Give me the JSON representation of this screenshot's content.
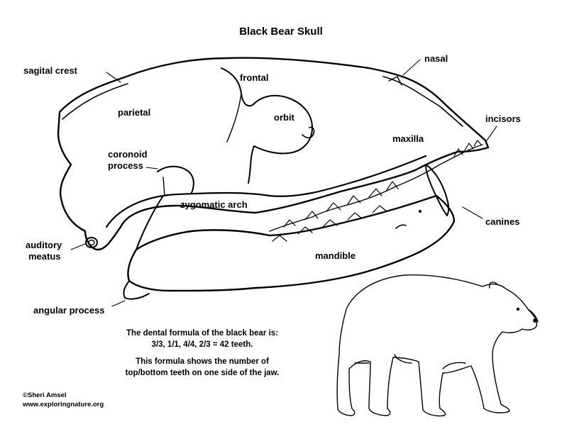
{
  "title": "Black Bear Skull",
  "labels": {
    "sagital_crest": "sagital crest",
    "nasal": "nasal",
    "frontal": "frontal",
    "parietal": "parietal",
    "orbit": "orbit",
    "incisors": "incisors",
    "maxilla": "maxilla",
    "coronoid_process_1": "coronoid",
    "coronoid_process_2": "process",
    "zygomatic_arch": "zygomatic arch",
    "canines": "canines",
    "auditory_meatus_1": "auditory",
    "auditory_meatus_2": "meatus",
    "mandible": "mandible",
    "angular_process": "angular process"
  },
  "dental_note": {
    "line1": "The dental formula of the black bear is:",
    "line2": "3/3, 1/1, 4/4, 2/3 = 42 teeth.",
    "line3": "This formula shows the number of",
    "line4": "top/bottom teeth on one side of the jaw."
  },
  "credit": {
    "author": "©Sheri Amsel",
    "site": "www.exploringnature.org"
  },
  "colors": {
    "ink": "#000000",
    "paper": "#ffffff"
  }
}
